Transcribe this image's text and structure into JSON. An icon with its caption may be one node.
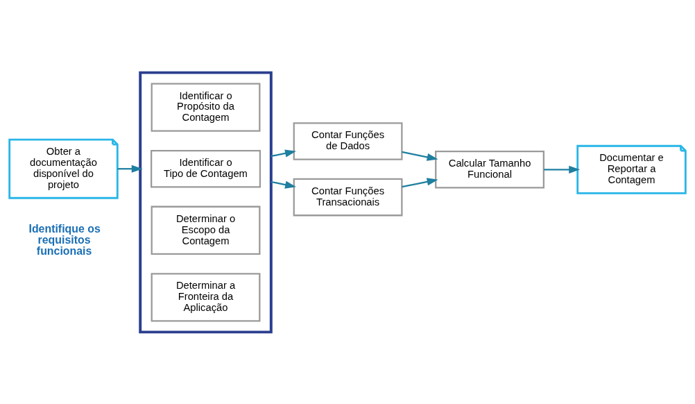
{
  "diagram": {
    "nodes": [
      {
        "text": [
          "Obter a documentação disponível do projeto"
        ],
        "beside": [
          "Identifique os requisitos funcionais"
        ]
      },
      {
        "text": [],
        "shape": "box"
      },
      {
        "text": [
          "Identificar o Propósito da Contagem"
        ],
        "in": 1
      },
      {
        "text": [
          "Identificar o Tipo de Contagem"
        ],
        "in": 1
      },
      {
        "text": [
          "Determinar o Escopo da Contagem"
        ],
        "in": 1
      },
      {
        "text": [
          "Determinar a Fronteira da Aplicação"
        ],
        "in": 1
      },
      {
        "text": [
          "Contar Funções de Dados"
        ]
      },
      {
        "text": [
          "Contar Funções Transacionais"
        ]
      },
      {
        "text": [
          "Calcular Tamanho Funcional"
        ]
      },
      {
        "text": [
          "Documentar e Reportar a Contagem"
        ]
      }
    ],
    "edges": [
      {
        "from": 0,
        "to": 1,
        "arrow": "to"
      },
      {
        "from": 1,
        "to": 6,
        "arrow": "to"
      },
      {
        "from": 1,
        "to": 7,
        "arrow": "to"
      },
      {
        "from": 6,
        "to": 8,
        "arrow": "to"
      },
      {
        "from": 7,
        "to": 8,
        "arrow": "to"
      },
      {
        "from": 8,
        "to": 9,
        "arrow": "to"
      }
    ]
  }
}
